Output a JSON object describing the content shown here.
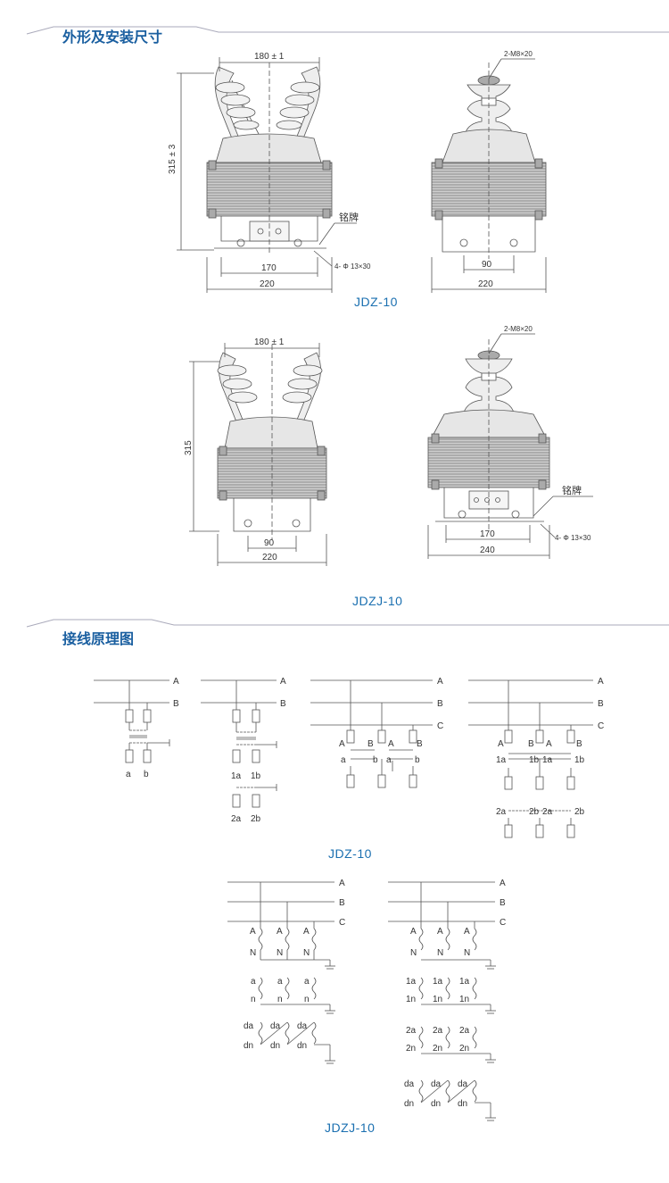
{
  "sections": {
    "dimensions_title": "外形及安装尺寸",
    "wiring_title": "接线原理图"
  },
  "drawings": {
    "jdz10_front": {
      "top_dim": "180 ± 1",
      "height_dim": "315 ± 3",
      "nameplate": "铭牌",
      "mount_holes": "4- Φ 13×30",
      "inner_dim": "170",
      "outer_dim": "220"
    },
    "jdz10_side": {
      "bolt": "2-M8×20",
      "inner_dim": "90",
      "outer_dim": "220"
    },
    "jdzj10_front": {
      "top_dim": "180 ± 1",
      "height_dim": "315",
      "inner_dim": "90",
      "outer_dim": "220"
    },
    "jdzj10_side": {
      "bolt": "2-M8×20",
      "nameplate": "铭牌",
      "mount_holes": "4- Φ 13×30",
      "inner_dim": "170",
      "outer_dim": "240"
    }
  },
  "captions": {
    "jdz10_drawings": "JDZ-10",
    "jdzj10_drawings": "JDZJ-10",
    "jdz10_wiring": "JDZ-10",
    "jdzj10_wiring": "JDZJ-10"
  },
  "wiring": {
    "phases": [
      "A",
      "B",
      "C"
    ],
    "d1": {
      "secondary": [
        "a",
        "b"
      ]
    },
    "d2": {
      "sec1": [
        "1a",
        "1b"
      ],
      "sec2": [
        "2a",
        "2b"
      ]
    },
    "d3": {
      "prim": [
        "A",
        "B",
        "A",
        "B"
      ],
      "sec": [
        "a",
        "b",
        "a",
        "b"
      ]
    },
    "d4": {
      "prim": [
        "A",
        "B",
        "A",
        "B"
      ],
      "sec1": [
        "1a",
        "1b",
        "1a",
        "1b"
      ],
      "sec2": [
        "2a",
        "2b",
        "2a",
        "2b"
      ]
    },
    "d5": {
      "prim": [
        "A",
        "N"
      ],
      "sec": [
        "a",
        "n"
      ],
      "res": [
        "da",
        "dn"
      ]
    },
    "d6": {
      "prim": [
        "A",
        "N"
      ],
      "sec1": [
        "1a",
        "1n"
      ],
      "sec2": [
        "2a",
        "2n"
      ],
      "res": [
        "da",
        "dn"
      ]
    }
  },
  "colors": {
    "accent": "#1a6fb0",
    "line": "#555555"
  }
}
